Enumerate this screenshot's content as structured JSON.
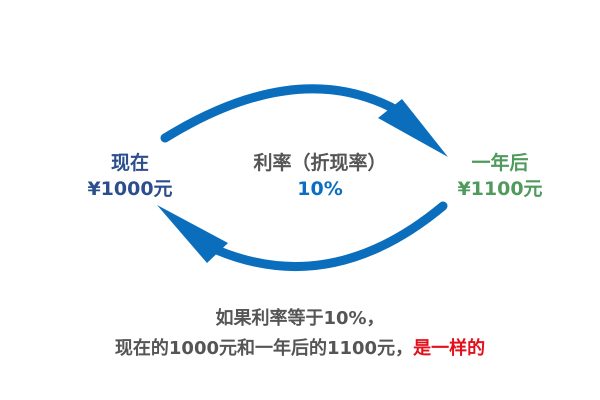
{
  "present": {
    "title": "现在",
    "amount": "¥1000元"
  },
  "future": {
    "title": "一年后",
    "amount": "¥1100元"
  },
  "rate": {
    "label": "利率（折现率）",
    "value": "10%"
  },
  "caption": {
    "line1": "如果利率等于10%，",
    "line2_prefix": "现在的1000元和一年后的1100元，",
    "line2_highlight": "是一样的"
  },
  "colors": {
    "arrow": "#0a6ebd",
    "present": "#2c4e8c",
    "future": "#4f9a5c",
    "rate_value": "#0a6fc2",
    "highlight": "#e3101c"
  }
}
